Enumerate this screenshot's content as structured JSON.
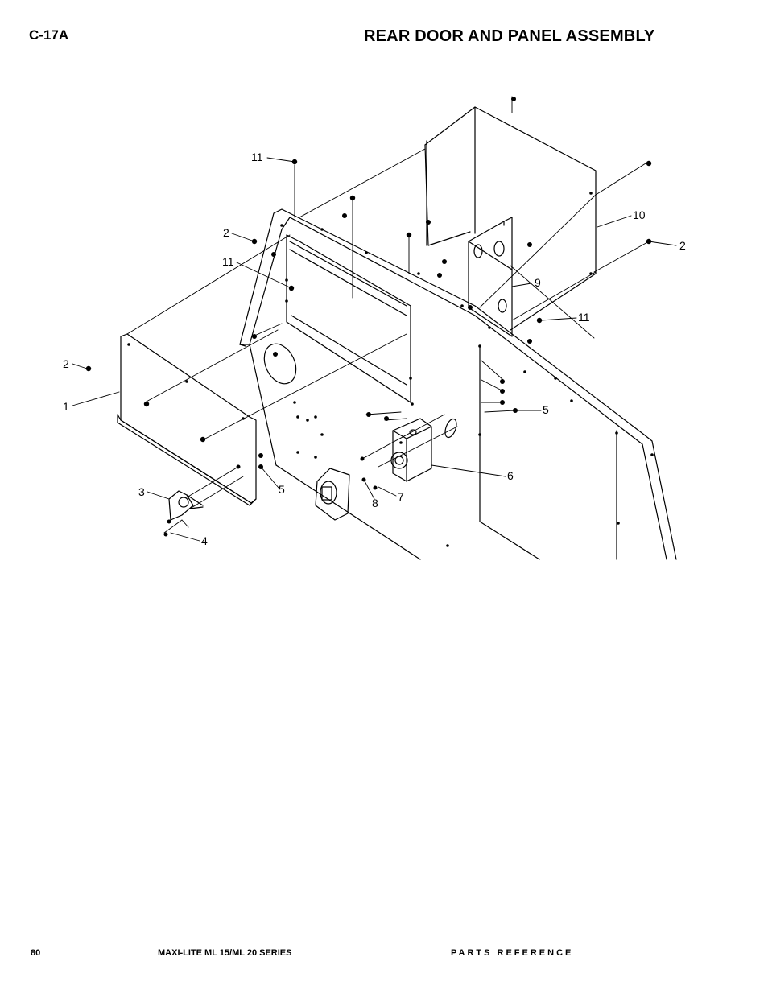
{
  "header": {
    "page_code": "C-17A",
    "title": "REAR DOOR AND PANEL ASSEMBLY"
  },
  "footer": {
    "page_number": "80",
    "series": "MAXI-LITE ML 15/ML 20 SERIES",
    "reference": "PARTS REFERENCE"
  },
  "callouts": [
    {
      "id": "c1",
      "label": "1"
    },
    {
      "id": "c2a",
      "label": "2"
    },
    {
      "id": "c2b",
      "label": "2"
    },
    {
      "id": "c2c",
      "label": "2"
    },
    {
      "id": "c3",
      "label": "3"
    },
    {
      "id": "c4",
      "label": "4"
    },
    {
      "id": "c5a",
      "label": "5"
    },
    {
      "id": "c5b",
      "label": "5"
    },
    {
      "id": "c6",
      "label": "6"
    },
    {
      "id": "c7",
      "label": "7"
    },
    {
      "id": "c8",
      "label": "8"
    },
    {
      "id": "c9",
      "label": "9"
    },
    {
      "id": "c10",
      "label": "10"
    },
    {
      "id": "c11a",
      "label": "11"
    },
    {
      "id": "c11b",
      "label": "11"
    },
    {
      "id": "c11c",
      "label": "11"
    }
  ]
}
